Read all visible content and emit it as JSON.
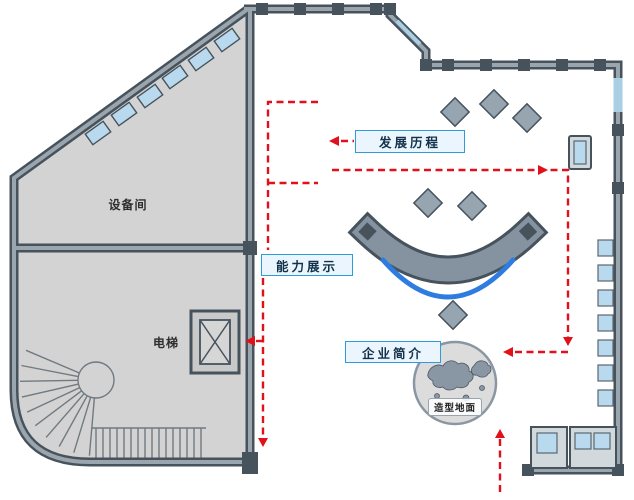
{
  "labels": {
    "equipment_room": "设备间",
    "elevator": "电梯",
    "development_history": "发展历程",
    "capability_display": "能力展示",
    "company_profile": "企业简介",
    "shaped_floor": "造型地面"
  },
  "colors": {
    "wall_dark": "#46525c",
    "wall_core": "#9aa5ad",
    "room_fill": "#d3d3d3",
    "glass": "#a9cfe5",
    "display_blue": "#b9d9ee",
    "path_red": "#e0111a",
    "label_border": "#2f9bd8",
    "label_fill": "#eaf5fd",
    "label_text": "#13324a",
    "accent_arc": "#2e7ce0",
    "exhibit_gray": "#8593a0"
  }
}
